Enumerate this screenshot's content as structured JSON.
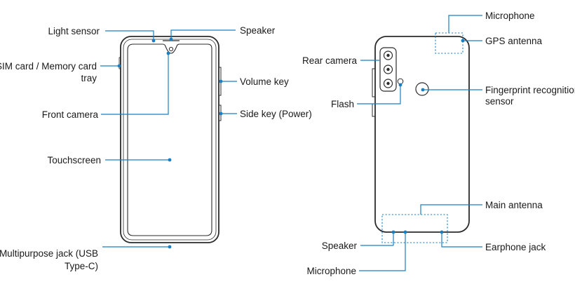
{
  "front_view": {
    "labels": {
      "light_sensor": "Light sensor",
      "speaker": "Speaker",
      "sim_tray_line1": "SIM card / Memory card",
      "sim_tray_line2": "tray",
      "volume_key": "Volume key",
      "front_camera": "Front camera",
      "side_key": "Side key (Power)",
      "touchscreen": "Touchscreen",
      "multipurpose_jack_line1": "Multipurpose jack (USB",
      "multipurpose_jack_line2": "Type-C)"
    }
  },
  "back_view": {
    "labels": {
      "microphone_top": "Microphone",
      "gps_antenna": "GPS antenna",
      "rear_camera": "Rear camera",
      "fingerprint_line1": "Fingerprint recognition",
      "fingerprint_line2": "sensor",
      "flash": "Flash",
      "main_antenna": "Main antenna",
      "speaker": "Speaker",
      "earphone_jack": "Earphone jack",
      "microphone_bottom": "Microphone"
    }
  },
  "colors": {
    "leader": "#1a7fc1",
    "device_outline": "#2b2b2b",
    "text": "#1a1a1a"
  }
}
